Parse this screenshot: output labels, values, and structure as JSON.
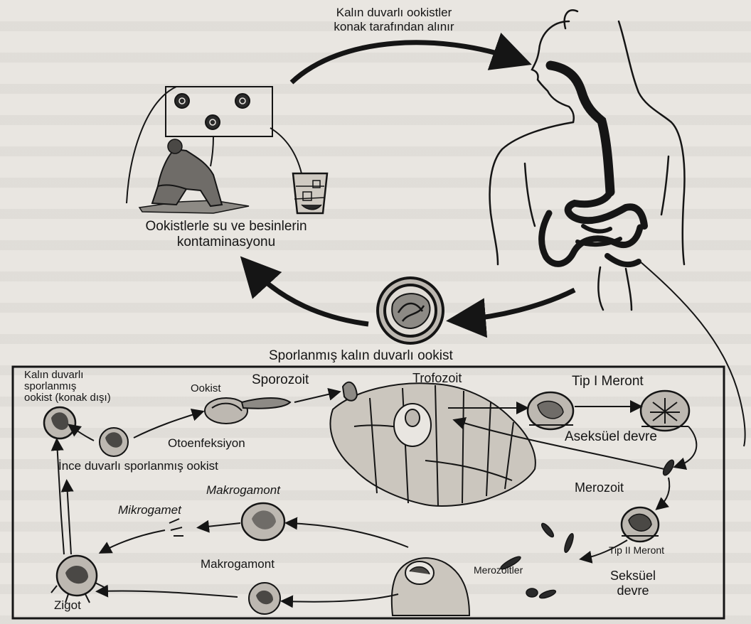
{
  "top": {
    "ingestion_caption": [
      "Kalın duvarlı ookistler",
      "konak tarafından alınır"
    ],
    "contamination_caption": [
      "Ookistlerle su ve besinlerin",
      "kontaminasyonu"
    ],
    "sporulated_oocyst_caption": "Sporlanmış kalın duvarlı ookist"
  },
  "lifecycle": {
    "thick_oocyst": [
      "Kalın duvarlı",
      "sporlanmış",
      "ookist (konak dışı)"
    ],
    "oocyst": "Ookist",
    "sporozoite": "Sporozoit",
    "trophozoite": "Trofozoit",
    "type1_meront": "Tip I Meront",
    "asexual_cycle": "Aseksüel devre",
    "autoinfection": "Otoenfeksiyon",
    "thin_oocyst": "İnce duvarlı sporlanmış ookist",
    "macrogamont_italic": "Makrogamont",
    "microgamete": "Mikrogamet",
    "merozoite": "Merozoit",
    "type2_meront": "Tip II Meront",
    "macrogamont": "Makrogamont",
    "merozoites": "Merozoitler",
    "sexual_cycle": [
      "Seksüel",
      "devre"
    ],
    "zygote": "Zigot"
  }
}
